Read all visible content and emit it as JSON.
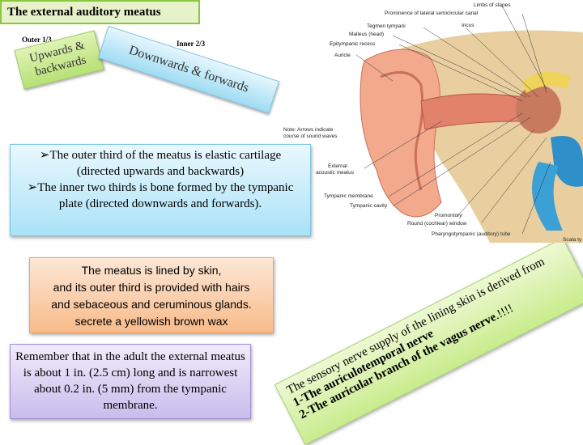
{
  "title": "The external auditory meatus",
  "labels": {
    "outer": "Outer 1/3",
    "inner": "Inner 2/3"
  },
  "tags": {
    "upwards": "Upwards & backwards",
    "downwards": "Downwards & forwards"
  },
  "blue_box": {
    "line1": "The outer third of the meatus is elastic cartilage (directed upwards and backwards)",
    "line2": "The inner two thirds is bone formed by the tympanic plate (directed downwards and forwards)."
  },
  "orange_box": {
    "l1": "The meatus is lined by skin,",
    "l2": "and its outer third is provided with hairs",
    "l3": "and sebaceous and ceruminous glands.",
    "l4": "secrete a yellowish brown wax"
  },
  "purple_box": "Remember that in the adult the external meatus is about 1 in. (2.5 cm) long and is narrowest about 0.2 in. (5 mm) from the tympanic membrane.",
  "green_note": {
    "intro": "The sensory nerve supply of the lining skin is derived from",
    "n1": "1-The auriculotemporal nerve",
    "n2": "2-The auricular branch of the vagus nerve",
    "tail": ".!!!!"
  },
  "diagram_labels": {
    "limbs": "Limbs of stapes",
    "prominence": "Prominence of lateral semicircular canal",
    "tegmen": "Tegmen tympani",
    "incus": "Incus",
    "malleus": "Malleus (head)",
    "epitympanic": "Epitympanic recess",
    "auricle": "Auricle",
    "note1": "Note: Arrows indicate",
    "note2": "course of sound waves",
    "external1": "External",
    "external2": "acoustic meatus",
    "tympanic_membrane": "Tympanic membrane",
    "tympanic_cavity": "Tympanic cavity",
    "promontory": "Promontory",
    "round_window": "Round (cochlear) window",
    "pharyngo": "Pharyngotympanic (auditory) tube",
    "scala": "Scala ty"
  }
}
